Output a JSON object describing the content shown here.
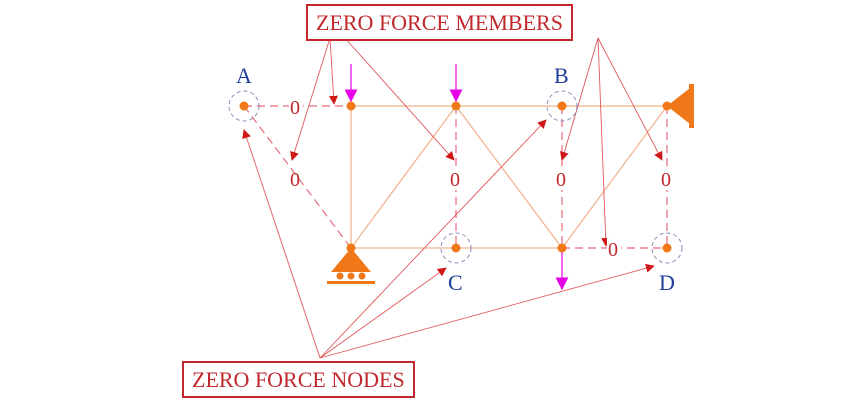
{
  "labels": {
    "zero_force_members": "ZERO FORCE MEMBERS",
    "zero_force_nodes": "ZERO FORCE NODES"
  },
  "nodes": {
    "A": "A",
    "B": "B",
    "C": "C",
    "D": "D"
  },
  "zero_marks": [
    "0",
    "0",
    "0",
    "0",
    "0",
    "0"
  ],
  "colors": {
    "member": "#f2b08a",
    "zero_member": "#e86a7a",
    "node": "#f07818",
    "node_letter": "#1f3e9a",
    "annotation": "#c0282d",
    "load_arrow": "#e800e8",
    "support": "#f07818",
    "dashed_circle": "#8a8fb8"
  }
}
